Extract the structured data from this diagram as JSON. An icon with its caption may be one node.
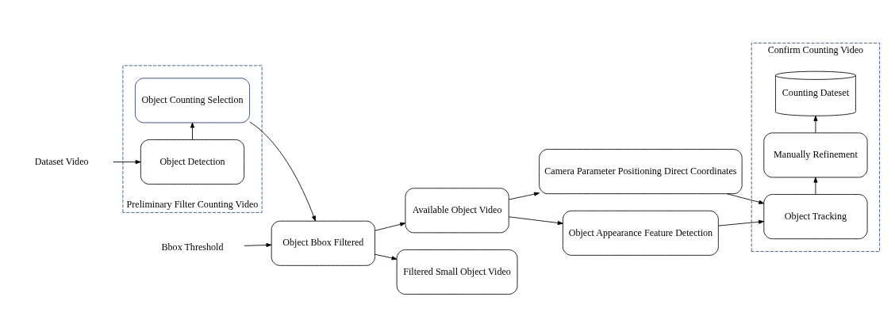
{
  "diagram": {
    "nodes": [
      {
        "text": [
          "Dataset Video"
        ]
      },
      {
        "text": [
          "Preliminary Filter Counting Video"
        ]
      },
      {
        "text": [
          "Object Detection"
        ],
        "in": 1
      },
      {
        "text": [
          "Object Counting Selection"
        ],
        "in": 1
      },
      {
        "text": [
          "Bbox Threshold"
        ]
      },
      {
        "text": [
          "Object Bbox Filtered"
        ]
      },
      {
        "text": [
          "Available Object Video"
        ]
      },
      {
        "text": [
          "Filtered Small Object Video"
        ]
      },
      {
        "text": [
          "Camera Parameter Positioning Direct Coordinates"
        ]
      },
      {
        "text": [
          "Object Appearance Feature Detection"
        ]
      },
      {
        "text": [
          "Confirm Counting Video"
        ]
      },
      {
        "text": [
          "Object Tracking"
        ],
        "in": 10
      },
      {
        "text": [
          "Manually Refinement"
        ],
        "in": 10
      },
      {
        "text": [
          "Counting Dateset"
        ],
        "in": 10
      }
    ],
    "edges": [
      {
        "from": 0,
        "to": 2,
        "arrow": "to"
      },
      {
        "from": 2,
        "to": 3,
        "arrow": "to"
      },
      {
        "from": 3,
        "to": 5,
        "arrow": "to"
      },
      {
        "from": 4,
        "to": 5,
        "arrow": "to"
      },
      {
        "from": 5,
        "to": 6,
        "arrow": "to"
      },
      {
        "from": 5,
        "to": 7,
        "arrow": "to"
      },
      {
        "from": 6,
        "to": 8,
        "arrow": "to"
      },
      {
        "from": 6,
        "to": 9,
        "arrow": "to"
      },
      {
        "from": 8,
        "to": 11,
        "arrow": "to"
      },
      {
        "from": 9,
        "to": 11,
        "arrow": "to"
      },
      {
        "from": 11,
        "to": 12,
        "arrow": "to"
      },
      {
        "from": 12,
        "to": 13,
        "arrow": "to"
      }
    ]
  }
}
